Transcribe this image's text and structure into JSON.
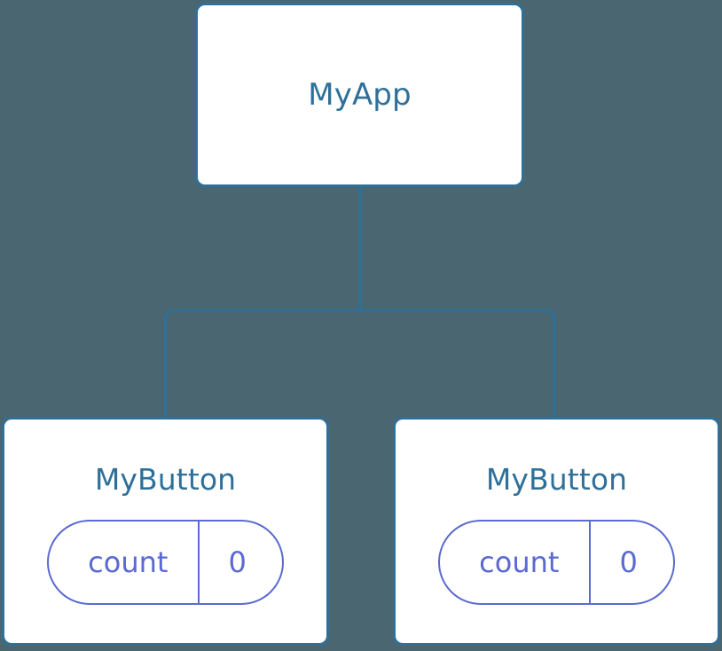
{
  "canvas": {
    "background_color": "#4a6670",
    "node_fill_color": "#ffffff",
    "node_border_color": "#2e7099",
    "node_title_color": "#2e7099",
    "state_accent_color": "#5b6ad0",
    "connector_color": "#2e7099"
  },
  "tree": {
    "root": {
      "title": "MyApp"
    },
    "children": [
      {
        "title": "MyButton",
        "state": {
          "key": "count",
          "value": "0"
        }
      },
      {
        "title": "MyButton",
        "state": {
          "key": "count",
          "value": "0"
        }
      }
    ]
  }
}
